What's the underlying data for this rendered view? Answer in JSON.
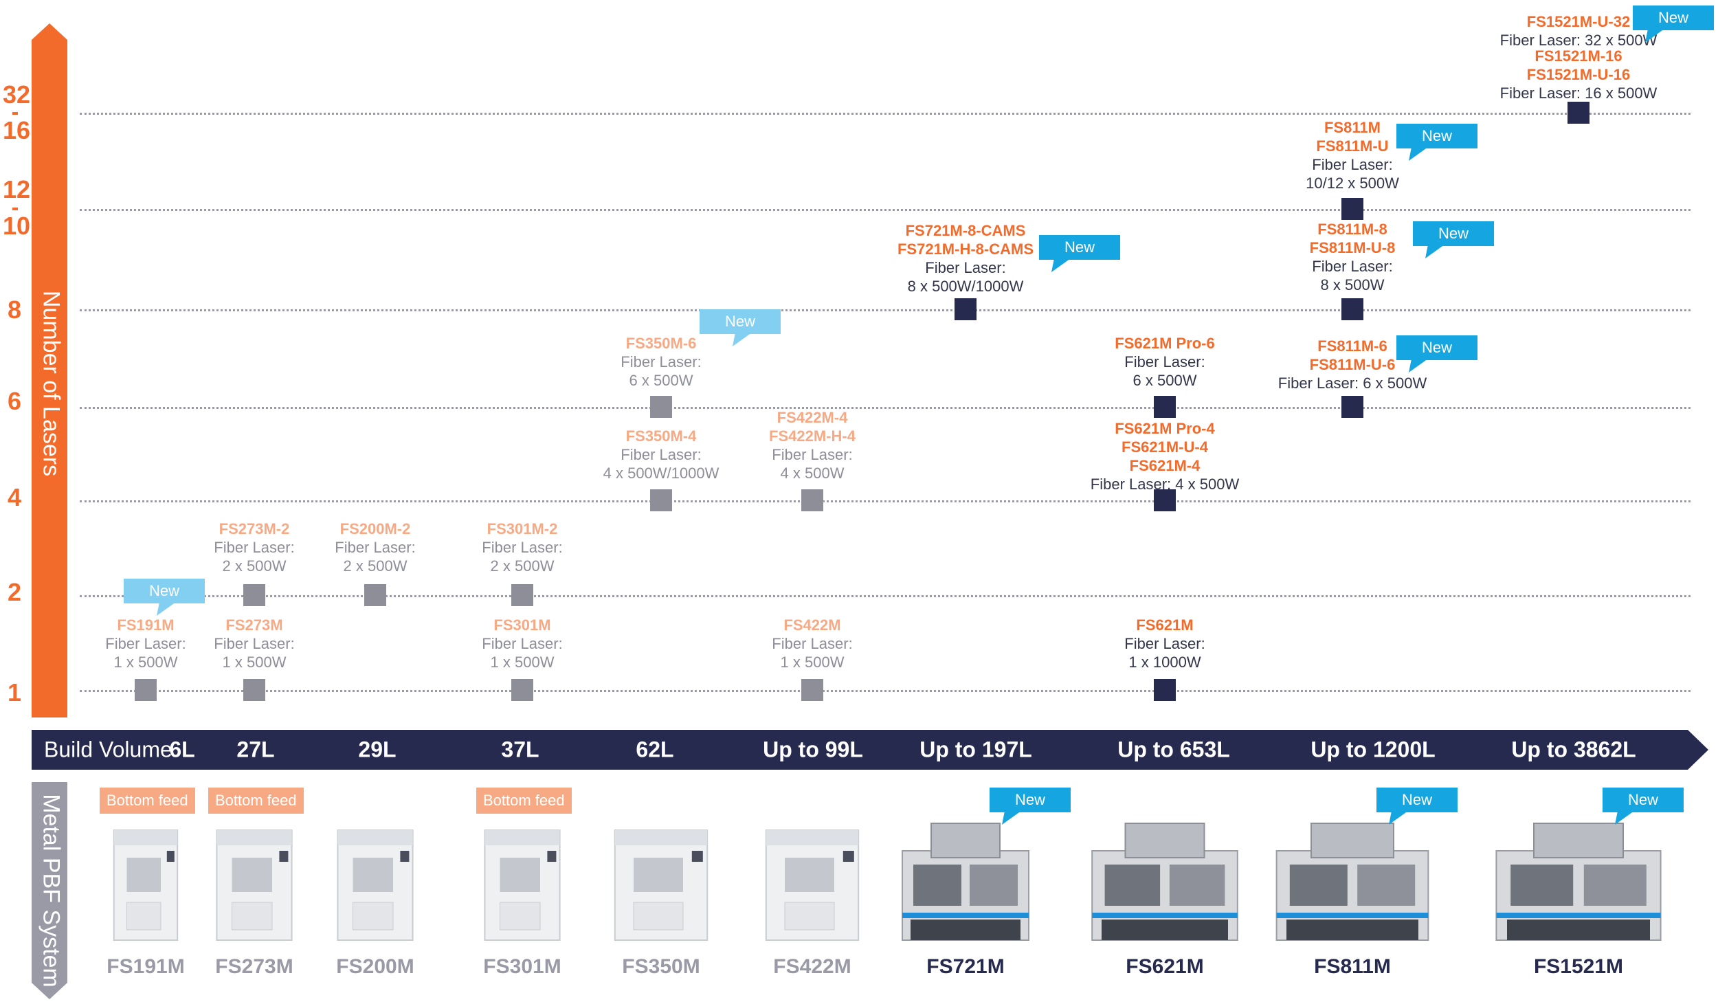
{
  "axis": {
    "y_title": "Number of Lasers",
    "bottom_title": "Metal PBF System",
    "ticks": [
      {
        "label": "1",
        "lasers": 1
      },
      {
        "label": "2",
        "lasers": 2
      },
      {
        "label": "4",
        "lasers": 4
      },
      {
        "label": "6",
        "lasers": 6
      },
      {
        "label": "8",
        "lasers": 8
      },
      {
        "label": "10",
        "lasers": 10
      },
      {
        "label": "12",
        "lasers": 12
      },
      {
        "label": "16",
        "lasers": 16
      },
      {
        "label": "32",
        "lasers": 32
      }
    ]
  },
  "build_volume": {
    "title": "Build Volume",
    "values": [
      "6L",
      "27L",
      "29L",
      "37L",
      "62L",
      "Up to 99L",
      "Up to 197L",
      "Up to 653L",
      "Up to 1200L",
      "Up to 3862L"
    ]
  },
  "colors": {
    "orange": "#f26b2b",
    "light_orange": "#f7a983",
    "navy": "#262a4e",
    "blue": "#15a6e1",
    "light_blue": "#82cff2",
    "gray": "#8e8e99"
  },
  "new_label": "New",
  "bottom_feed_label": "Bottom feed",
  "configs": [
    {
      "col": 0,
      "lasers": 1,
      "style": "light",
      "models": [
        "FS191M"
      ],
      "desc": [
        "Fiber Laser:",
        "1 x 500W"
      ],
      "is_new": true
    },
    {
      "col": 1,
      "lasers": 1,
      "style": "light",
      "models": [
        "FS273M"
      ],
      "desc": [
        "Fiber Laser:",
        "1 x 500W"
      ]
    },
    {
      "col": 1,
      "lasers": 2,
      "style": "light",
      "models": [
        "FS273M-2"
      ],
      "desc": [
        "Fiber Laser:",
        "2 x 500W"
      ]
    },
    {
      "col": 2,
      "lasers": 2,
      "style": "light",
      "models": [
        "FS200M-2"
      ],
      "desc": [
        "Fiber Laser:",
        "2 x 500W"
      ]
    },
    {
      "col": 3,
      "lasers": 1,
      "style": "light",
      "models": [
        "FS301M"
      ],
      "desc": [
        "Fiber Laser:",
        "1 x 500W"
      ]
    },
    {
      "col": 3,
      "lasers": 2,
      "style": "light",
      "models": [
        "FS301M-2"
      ],
      "desc": [
        "Fiber Laser:",
        "2 x 500W"
      ]
    },
    {
      "col": 4,
      "lasers": 4,
      "style": "light",
      "models": [
        "FS350M-4"
      ],
      "desc": [
        "Fiber Laser:",
        "4 x 500W/1000W"
      ]
    },
    {
      "col": 4,
      "lasers": 6,
      "style": "light",
      "models": [
        "FS350M-6"
      ],
      "desc": [
        "Fiber Laser:",
        "6 x 500W"
      ],
      "is_new": true
    },
    {
      "col": 5,
      "lasers": 1,
      "style": "light",
      "models": [
        "FS422M"
      ],
      "desc": [
        "Fiber Laser:",
        "1 x 500W"
      ]
    },
    {
      "col": 5,
      "lasers": 4,
      "style": "light",
      "models": [
        "FS422M-4",
        "FS422M-H-4"
      ],
      "desc": [
        "Fiber Laser:",
        "4 x 500W"
      ]
    },
    {
      "col": 6,
      "lasers": 8,
      "style": "dark",
      "models": [
        "FS721M-8-CAMS",
        "FS721M-H-8-CAMS"
      ],
      "desc": [
        "Fiber Laser:",
        "8 x 500W/1000W"
      ],
      "is_new": true
    },
    {
      "col": 7,
      "lasers": 1,
      "style": "dark",
      "models": [
        "FS621M"
      ],
      "desc": [
        "Fiber Laser:",
        "1 x 1000W"
      ]
    },
    {
      "col": 7,
      "lasers": 4,
      "style": "dark",
      "models": [
        "FS621M Pro-4",
        "FS621M-U-4",
        "FS621M-4"
      ],
      "desc": [
        "Fiber Laser: 4 x 500W"
      ]
    },
    {
      "col": 7,
      "lasers": 6,
      "style": "dark",
      "models": [
        "FS621M Pro-6"
      ],
      "desc": [
        "Fiber Laser:",
        "6 x 500W"
      ]
    },
    {
      "col": 8,
      "lasers": 6,
      "style": "dark",
      "models": [
        "FS811M-6",
        "FS811M-U-6"
      ],
      "desc": [
        "Fiber Laser: 6 x 500W"
      ],
      "is_new": true
    },
    {
      "col": 8,
      "lasers": 8,
      "style": "dark",
      "models": [
        "FS811M-8",
        "FS811M-U-8"
      ],
      "desc": [
        "Fiber Laser:",
        "8 x 500W"
      ],
      "is_new": true
    },
    {
      "col": 8,
      "lasers": 12,
      "style": "dark",
      "models": [
        "FS811M",
        "FS811M-U"
      ],
      "desc": [
        "Fiber Laser:",
        "10/12 x 500W"
      ],
      "is_new": true
    },
    {
      "col": 9,
      "lasers": 32,
      "style": "dark",
      "models": [
        "FS1521M-U-32"
      ],
      "desc": [
        "Fiber Laser: 32 x 500W"
      ],
      "is_new": true
    },
    {
      "col": 9,
      "lasers": 16,
      "style": "dark",
      "models": [
        "FS1521M-16",
        "FS1521M-U-16"
      ],
      "desc": [
        "Fiber Laser: 16 x 500W"
      ]
    }
  ],
  "machines": [
    {
      "name": "FS191M",
      "style": "light",
      "bottom_feed": true,
      "is_new": false
    },
    {
      "name": "FS273M",
      "style": "light",
      "bottom_feed": true,
      "is_new": false
    },
    {
      "name": "FS200M",
      "style": "light",
      "bottom_feed": false,
      "is_new": false
    },
    {
      "name": "FS301M",
      "style": "light",
      "bottom_feed": true,
      "is_new": false
    },
    {
      "name": "FS350M",
      "style": "light",
      "bottom_feed": false,
      "is_new": false
    },
    {
      "name": "FS422M",
      "style": "light",
      "bottom_feed": false,
      "is_new": false
    },
    {
      "name": "FS721M",
      "style": "dark",
      "bottom_feed": false,
      "is_new": true
    },
    {
      "name": "FS621M",
      "style": "dark",
      "bottom_feed": false,
      "is_new": false
    },
    {
      "name": "FS811M",
      "style": "dark",
      "bottom_feed": false,
      "is_new": true
    },
    {
      "name": "FS1521M",
      "style": "dark",
      "bottom_feed": false,
      "is_new": true
    }
  ]
}
